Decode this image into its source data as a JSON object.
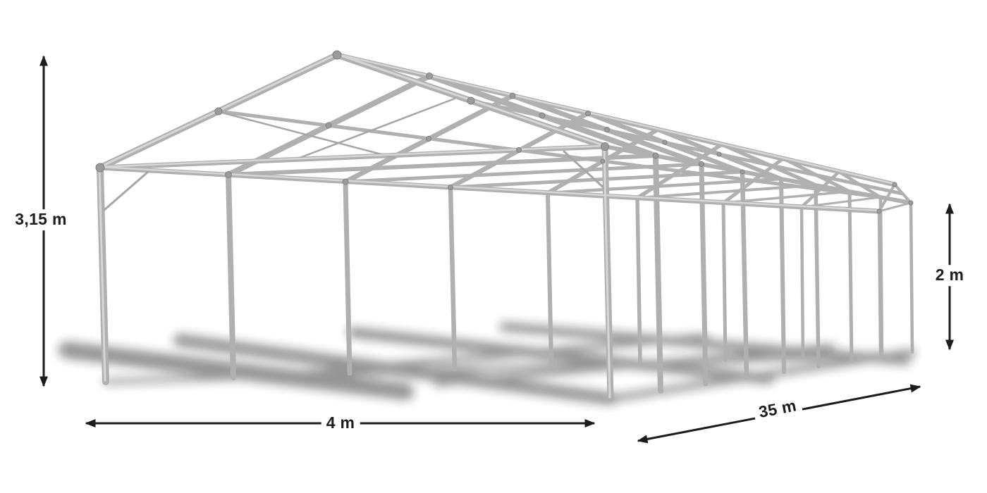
{
  "dimensions": {
    "height_label": "3,15 m",
    "width_label": "4 m",
    "length_label": "35 m",
    "side_height_label": "2 m"
  },
  "colors": {
    "frame_tube": "#b0b0b0",
    "frame_highlight": "#d6d6d6",
    "frame_joint": "#9b9b9b",
    "arrow": "#1c1c1c",
    "label_text": "#1d1d1d",
    "shadow": "#161616",
    "background": "#ffffff"
  }
}
